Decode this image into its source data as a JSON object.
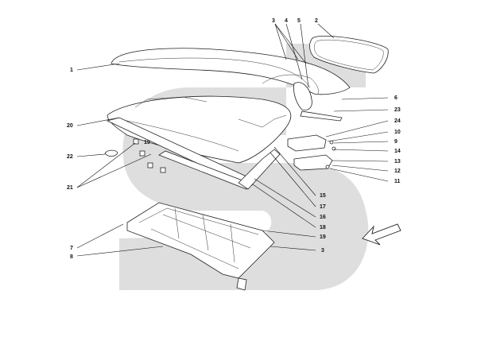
{
  "diagram": {
    "watermark_color": "#dedede",
    "callouts": [
      {
        "id": "c1",
        "label": "1"
      },
      {
        "id": "c2",
        "label": "2"
      },
      {
        "id": "c3a",
        "label": "3"
      },
      {
        "id": "c4",
        "label": "4"
      },
      {
        "id": "c5",
        "label": "5"
      },
      {
        "id": "c6",
        "label": "6"
      },
      {
        "id": "c23",
        "label": "23"
      },
      {
        "id": "c24",
        "label": "24"
      },
      {
        "id": "c10",
        "label": "10"
      },
      {
        "id": "c9",
        "label": "9"
      },
      {
        "id": "c14",
        "label": "14"
      },
      {
        "id": "c13",
        "label": "13"
      },
      {
        "id": "c12",
        "label": "12"
      },
      {
        "id": "c11",
        "label": "11"
      },
      {
        "id": "c20",
        "label": "20"
      },
      {
        "id": "c19a",
        "label": "19"
      },
      {
        "id": "c22",
        "label": "22"
      },
      {
        "id": "c21",
        "label": "21"
      },
      {
        "id": "c15",
        "label": "15"
      },
      {
        "id": "c17",
        "label": "17"
      },
      {
        "id": "c16",
        "label": "16"
      },
      {
        "id": "c18",
        "label": "18"
      },
      {
        "id": "c19b",
        "label": "19"
      },
      {
        "id": "c3b",
        "label": "3"
      },
      {
        "id": "c7",
        "label": "7"
      },
      {
        "id": "c8",
        "label": "8"
      }
    ]
  }
}
